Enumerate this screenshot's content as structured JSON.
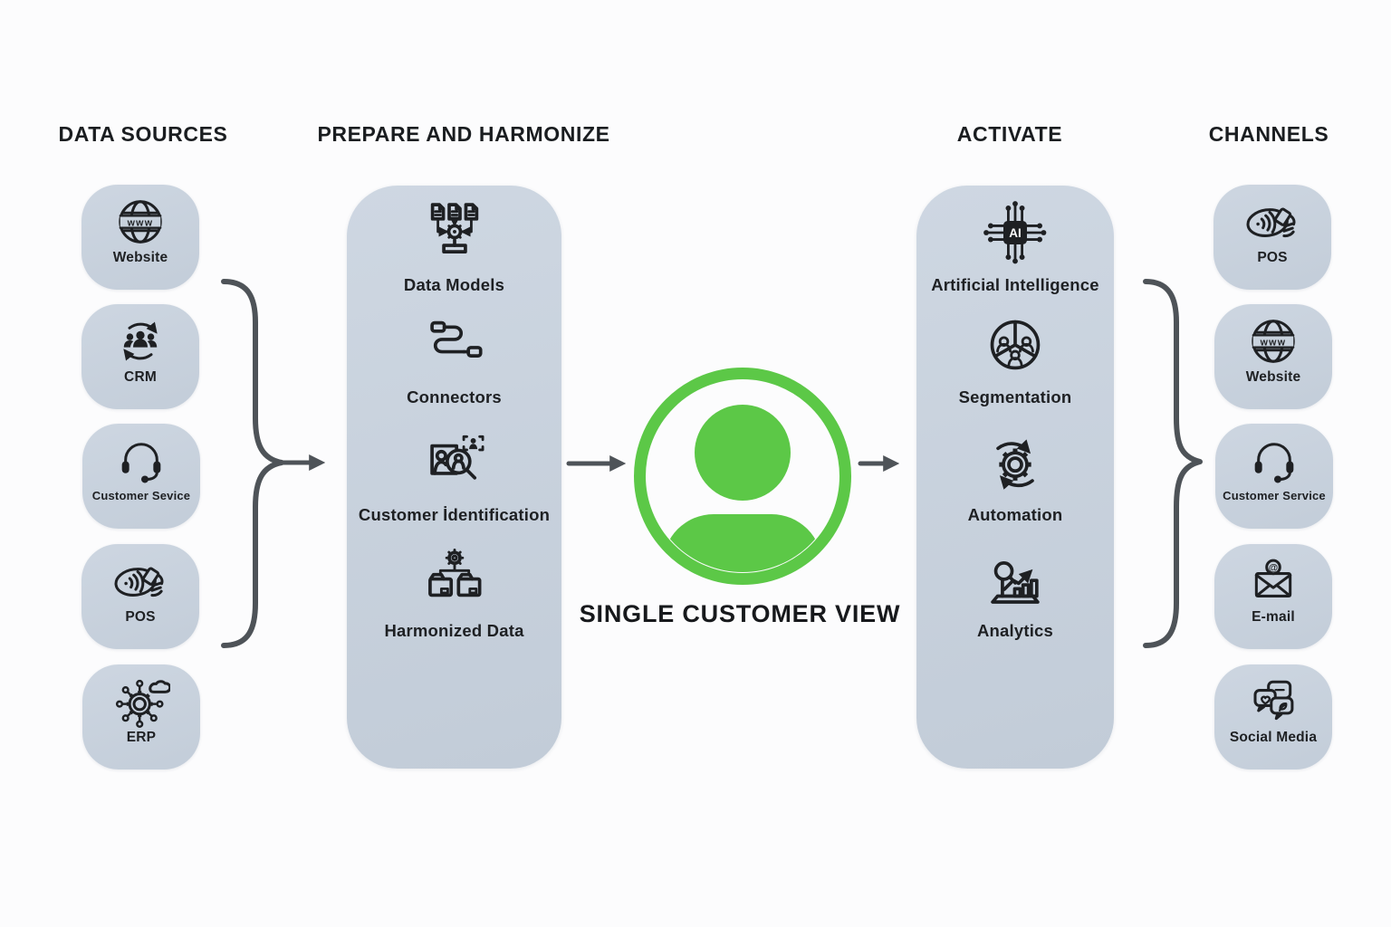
{
  "headers": {
    "data_sources": "DATA SOURCES",
    "prepare_and_harmonize": "PREPARE AND HARMONIZE",
    "activate": "ACTIVATE",
    "channels": "CHANNELS"
  },
  "data_sources": {
    "items": [
      {
        "label": "Website",
        "icon": "globe-www-icon"
      },
      {
        "label": "CRM",
        "icon": "crm-sync-icon"
      },
      {
        "label": "Customer Sevice",
        "icon": "headset-icon"
      },
      {
        "label": "POS",
        "icon": "contactless-payment-icon"
      },
      {
        "label": "ERP",
        "icon": "erp-network-icon"
      }
    ]
  },
  "prepare_and_harmonize": {
    "items": [
      {
        "label": "Data Models",
        "icon": "data-models-icon"
      },
      {
        "label": "Connectors",
        "icon": "cable-connectors-icon"
      },
      {
        "label": "Customer İdentification",
        "icon": "customer-identification-icon"
      },
      {
        "label": "Harmonized Data",
        "icon": "harmonized-data-icon"
      }
    ]
  },
  "single_customer_view": {
    "label": "SINGLE CUSTOMER VIEW",
    "icon": "customer-profile-icon"
  },
  "activate": {
    "items": [
      {
        "label": "Artificial Intelligence",
        "icon": "ai-chip-icon"
      },
      {
        "label": "Segmentation",
        "icon": "segmentation-icon"
      },
      {
        "label": "Automation",
        "icon": "automation-icon"
      },
      {
        "label": "Analytics",
        "icon": "analytics-icon"
      }
    ]
  },
  "channels": {
    "items": [
      {
        "label": "POS",
        "icon": "contactless-payment-icon"
      },
      {
        "label": "Website",
        "icon": "globe-www-icon"
      },
      {
        "label": "Customer Service",
        "icon": "headset-icon"
      },
      {
        "label": "E-mail",
        "icon": "email-at-icon"
      },
      {
        "label": "Social Media",
        "icon": "social-media-chat-icon"
      }
    ]
  },
  "icons": {
    "globe_text": "www",
    "ai_text": "AI",
    "at_text": "@"
  },
  "colors": {
    "accent_green": "#5cc847",
    "panel_blue_gray": "#c8d2dd",
    "ink": "#1e2023",
    "connector_gray": "#4e5358",
    "background": "#fcfcfd"
  }
}
